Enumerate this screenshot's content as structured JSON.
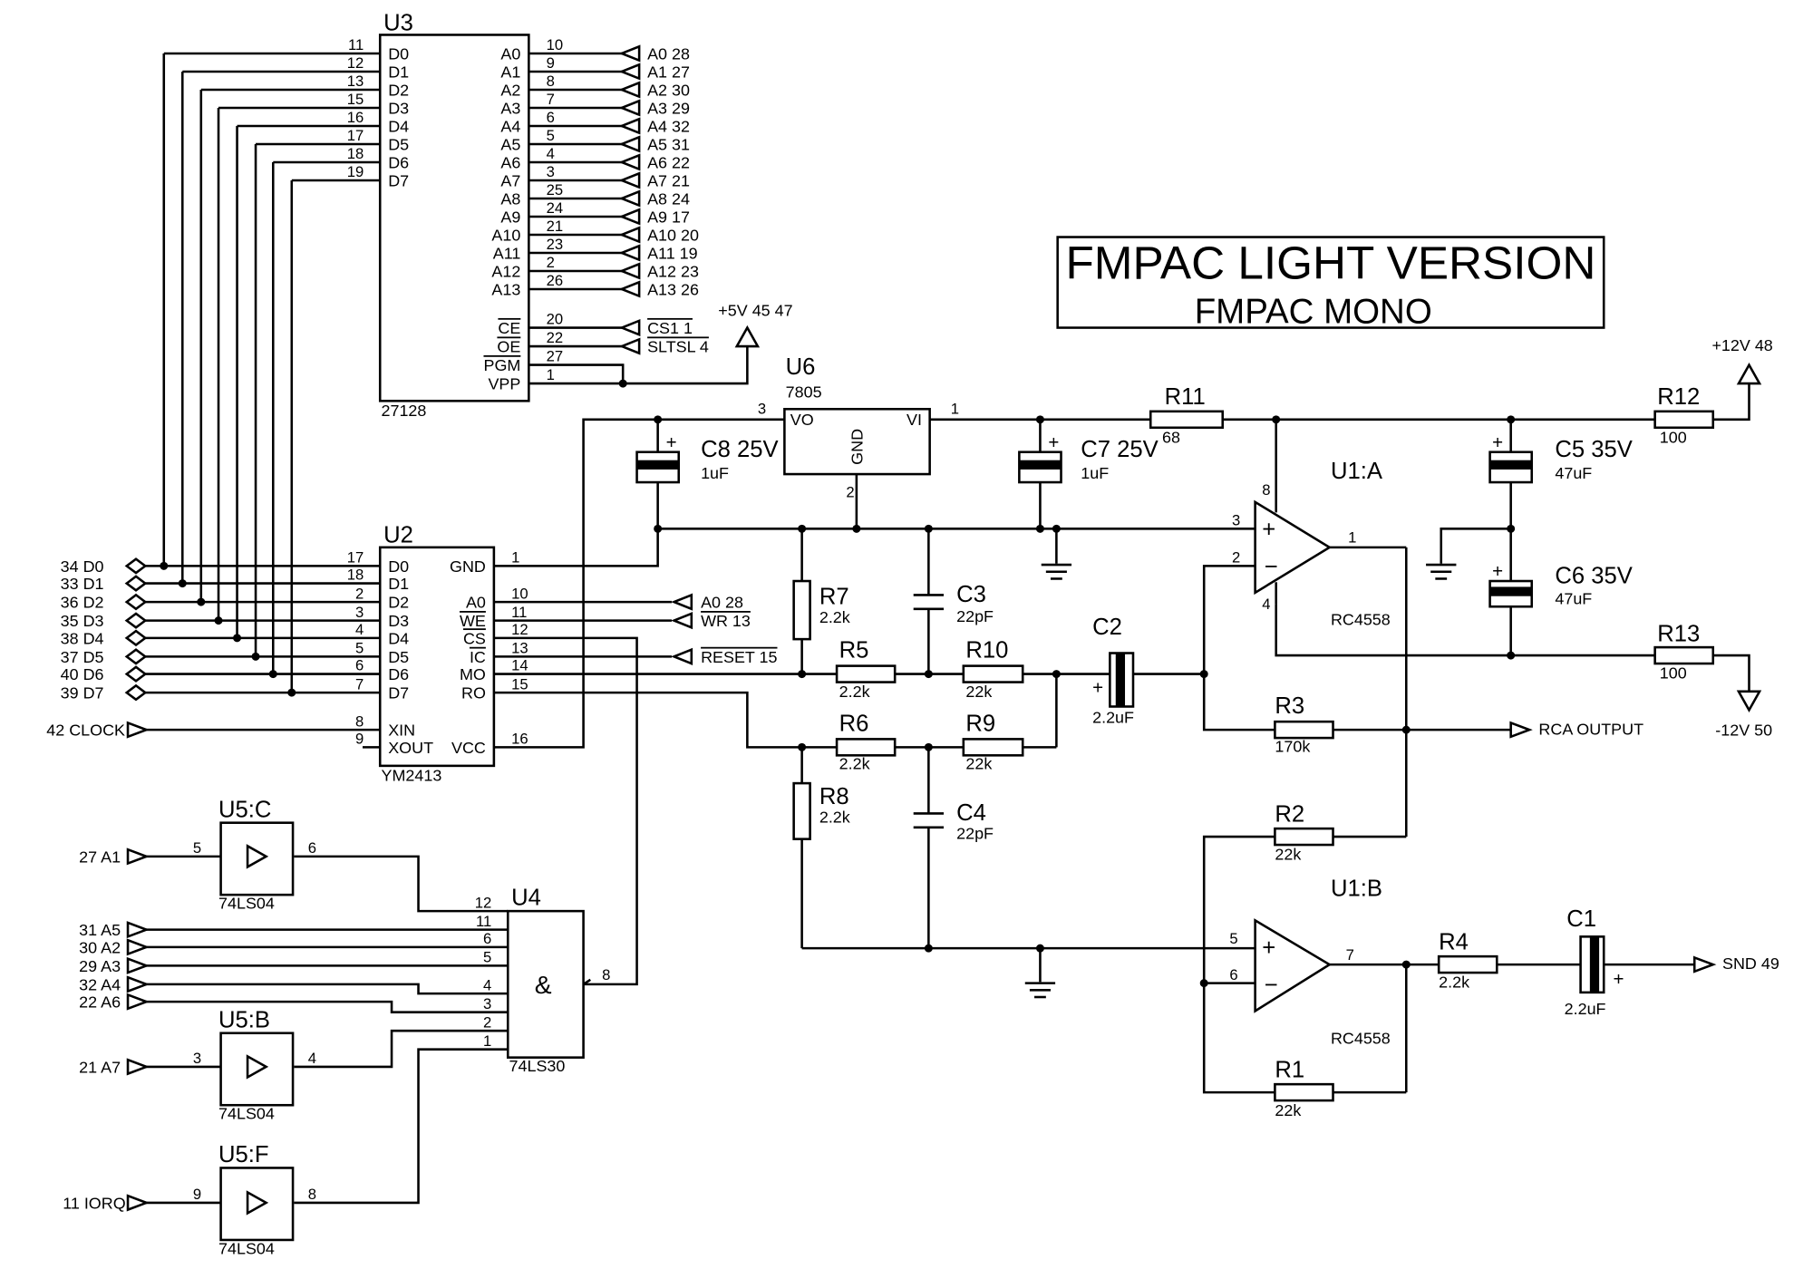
{
  "title": {
    "line1": "FMPAC LIGHT VERSION",
    "line2": "FMPAC MONO"
  },
  "u3": {
    "ref": "U3",
    "part": "27128",
    "left_pins": [
      [
        "D0",
        "11"
      ],
      [
        "D1",
        "12"
      ],
      [
        "D2",
        "13"
      ],
      [
        "D3",
        "15"
      ],
      [
        "D4",
        "16"
      ],
      [
        "D5",
        "17"
      ],
      [
        "D6",
        "18"
      ],
      [
        "D7",
        "19"
      ]
    ],
    "right_pins": [
      [
        "A0",
        "10"
      ],
      [
        "A1",
        "9"
      ],
      [
        "A2",
        "8"
      ],
      [
        "A3",
        "7"
      ],
      [
        "A4",
        "6"
      ],
      [
        "A5",
        "5"
      ],
      [
        "A6",
        "4"
      ],
      [
        "A7",
        "3"
      ],
      [
        "A8",
        "25"
      ],
      [
        "A9",
        "24"
      ],
      [
        "A10",
        "21"
      ],
      [
        "A11",
        "23"
      ],
      [
        "A12",
        "2"
      ],
      [
        "A13",
        "26"
      ]
    ],
    "addr_ports": [
      "A0 28",
      "A1 27",
      "A2 30",
      "A3 29",
      "A4 32",
      "A5 31",
      "A6 22",
      "A7 21",
      "A8 24",
      "A9 17",
      "A10 20",
      "A11 19",
      "A12 23",
      "A13 26"
    ],
    "ctrl_pins": [
      [
        "CE",
        "20"
      ],
      [
        "OE",
        "22"
      ],
      [
        "PGM",
        "27"
      ],
      [
        "VPP",
        "1"
      ]
    ],
    "ctrl_ports": [
      "CS1 1",
      "SLTSL 4"
    ],
    "supply": "+5V 45 47"
  },
  "u2": {
    "ref": "U2",
    "part": "YM2413",
    "left_pins": [
      [
        "D0",
        "17"
      ],
      [
        "D1",
        "18"
      ],
      [
        "D2",
        "2"
      ],
      [
        "D3",
        "3"
      ],
      [
        "D4",
        "4"
      ],
      [
        "D5",
        "5"
      ],
      [
        "D6",
        "6"
      ],
      [
        "D7",
        "7"
      ],
      [
        "XIN",
        "8"
      ],
      [
        "XOUT",
        "9"
      ]
    ],
    "right_pins": [
      [
        "GND",
        "1"
      ],
      [
        "A0",
        "10"
      ],
      [
        "WE",
        "11"
      ],
      [
        "CS",
        "12"
      ],
      [
        "IC",
        "13"
      ],
      [
        "MO",
        "14"
      ],
      [
        "RO",
        "15"
      ],
      [
        "VCC",
        "16"
      ]
    ],
    "data_ports": [
      "34 D0",
      "33 D1",
      "36 D2",
      "35 D3",
      "38 D4",
      "37 D5",
      "40 D6",
      "39 D7"
    ],
    "clock_port": "42 CLOCK",
    "ctrl_ports": [
      "A0 28",
      "WR 13",
      "RESET 15"
    ]
  },
  "u6": {
    "ref": "U6",
    "part": "7805",
    "vo": "VO",
    "vi": "VI",
    "gnd": "GND",
    "pin_vo": "3",
    "pin_vi": "1",
    "pin_gnd": "2"
  },
  "u1a": {
    "ref": "U1:A",
    "part": "RC4558",
    "pins": [
      "3",
      "2",
      "1",
      "8",
      "4"
    ]
  },
  "u1b": {
    "ref": "U1:B",
    "part": "RC4558",
    "pins": [
      "5",
      "6",
      "7"
    ]
  },
  "u4": {
    "ref": "U4",
    "part": "74LS30",
    "symbol": "&",
    "pins": [
      "12",
      "11",
      "6",
      "5",
      "4",
      "3",
      "2",
      "1"
    ],
    "out_pin": "8"
  },
  "u5c": {
    "ref": "U5:C",
    "part": "74LS04",
    "in_pin": "5",
    "out_pin": "6",
    "port": "27 A1"
  },
  "u5b": {
    "ref": "U5:B",
    "part": "74LS04",
    "in_pin": "3",
    "out_pin": "4",
    "port": "21 A7"
  },
  "u5f": {
    "ref": "U5:F",
    "part": "74LS04",
    "in_pin": "9",
    "out_pin": "8",
    "port": "11 IORQ"
  },
  "u4_ports": [
    "31 A5",
    "30 A2",
    "29 A3",
    "32 A4",
    "22 A6"
  ],
  "resistors": {
    "r1": [
      "R1",
      "22k"
    ],
    "r2": [
      "R2",
      "22k"
    ],
    "r3": [
      "R3",
      "170k"
    ],
    "r4": [
      "R4",
      "2.2k"
    ],
    "r5": [
      "R5",
      "2.2k"
    ],
    "r6": [
      "R6",
      "2.2k"
    ],
    "r7": [
      "R7",
      "2.2k"
    ],
    "r8": [
      "R8",
      "2.2k"
    ],
    "r9": [
      "R9",
      "22k"
    ],
    "r10": [
      "R10",
      "22k"
    ],
    "r11": [
      "R11",
      "68"
    ],
    "r12": [
      "R12",
      "100"
    ],
    "r13": [
      "R13",
      "100"
    ]
  },
  "capacitors": {
    "c1": [
      "C1",
      "2.2uF"
    ],
    "c2": [
      "C2",
      "2.2uF"
    ],
    "c3": [
      "C3",
      "22pF"
    ],
    "c4": [
      "C4",
      "22pF"
    ],
    "c5": [
      "C5 35V",
      "47uF"
    ],
    "c6": [
      "C6 35V",
      "47uF"
    ],
    "c7": [
      "C7 25V",
      "1uF"
    ],
    "c8": [
      "C8 25V",
      "1uF"
    ]
  },
  "power": {
    "p12": "+12V 48",
    "m12": "-12V 50"
  },
  "outputs": {
    "rca": "RCA OUTPUT",
    "snd": "SND 49"
  },
  "plus": "+"
}
